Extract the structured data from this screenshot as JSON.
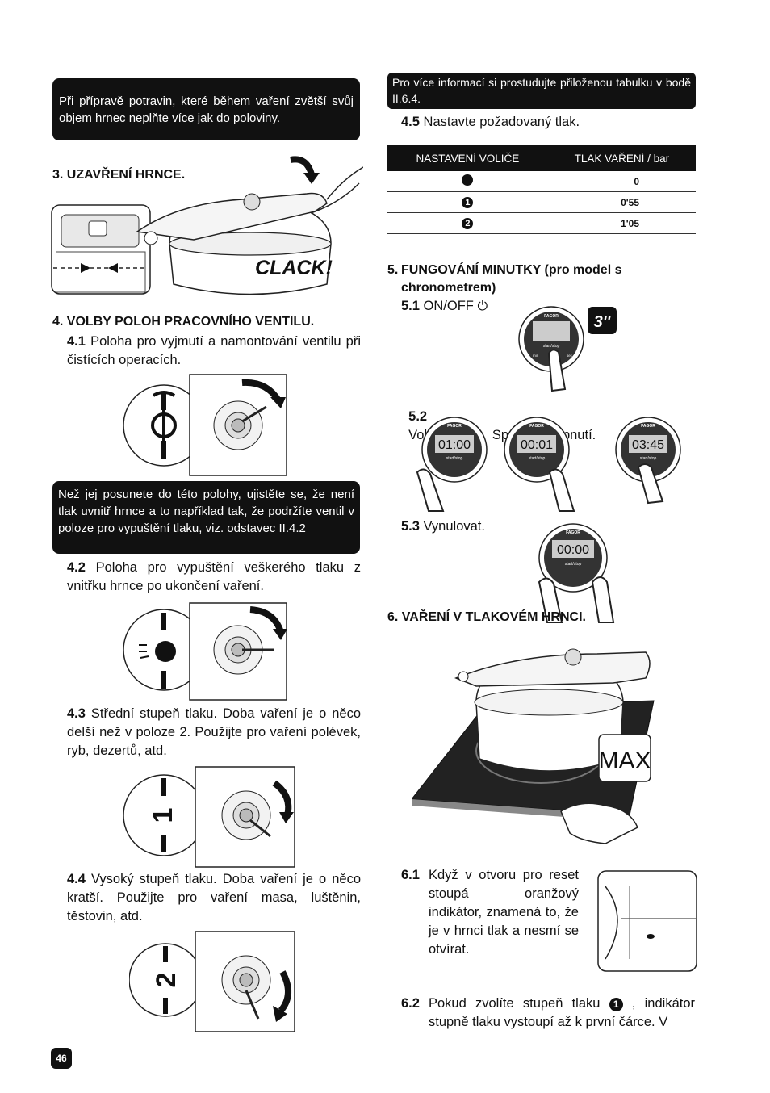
{
  "left": {
    "note1": "Při přípravě potravin, které během vaření zvětší svůj objem hrnec neplňte více jak do poloviny.",
    "s3_num": "3.",
    "s3_title": "UZAVŘENÍ HRNCE.",
    "clack": "CLACK!",
    "s4_num": "4.",
    "s4_title": "VOLBY POLOH PRACOVNÍHO VENTILU.",
    "s41_num": "4.1",
    "s41_text": "Poloha pro vyjmutí a namontování ventilu při čistících operacích.",
    "note2": "Než jej posunete do této polohy, ujistěte se, že není tlak uvnitř hrnce a to například tak, že podržíte ventil v poloze pro vypuštění tlaku, viz. odstavec II.4.2",
    "s42_num": "4.2",
    "s42_text": "Poloha pro vypuštění veškerého tlaku z vnitřku hrnce po ukončení vaření.",
    "s43_num": "4.3",
    "s43_text": "Střední stupeň tlaku. Doba vaření je o něco delší než v poloze 2. Použijte pro vaření polévek, ryb, dezertů, atd.",
    "s44_num": "4.4",
    "s44_text": "Vysoký stupeň tlaku. Doba vaření je o něco kratší. Použijte pro vaření  masa, luštěnin, těstovin, atd.",
    "badge1": "1",
    "badge2": "2"
  },
  "right": {
    "note3": "Pro více informací si prostudujte přiloženou tabulku v bodě II.6.4.",
    "s45_num": "4.5",
    "s45_text": "Nastavte požadovaný tlak.",
    "table": {
      "col1": "NASTAVENÍ VOLIČE",
      "col2": "TLAK VAŘENÍ / bar",
      "rows": [
        {
          "setting": "steam-release",
          "value": "0"
        },
        {
          "setting": "1",
          "value": "0'55"
        },
        {
          "setting": "2",
          "value": "1'05"
        }
      ]
    },
    "s5_num": "5.",
    "s5_title": "FUNGOVÁNÍ MINUTKY (pro model s chronometrem)",
    "s51_num": "5.1",
    "s51_text": "ON/OFF",
    "three_sec": "3''",
    "s52_num": "5.2",
    "s52_text": "Volba času.    Sputění / vypnutí.",
    "timer_brand": "FAGOR",
    "timer_button": "start/stop",
    "timer_min": "min",
    "timer_sec": "sec",
    "timer_values": [
      "01:00",
      "00:01",
      "03:45"
    ],
    "s53_num": "5.3",
    "s53_text": "Vynulovat.",
    "timer_reset": "00:00",
    "s6_num": "6.",
    "s6_title": "VAŘENÍ V TLAKOVÉM HRNCI.",
    "max_label": "MAX",
    "s61_num": "6.1",
    "s61_text": "Když v otvoru pro reset stoupá oranžový indikátor, znamená to, že je v hrnci tlak a nesmí se otvírat.",
    "s62_num": "6.2",
    "s62_text_a": "Pokud zvolíte stupeň tlaku",
    "s62_badge": "1",
    "s62_text_b": ", indikátor stupně tlaku vystoupí až k první čárce. V"
  },
  "page_number": "46"
}
